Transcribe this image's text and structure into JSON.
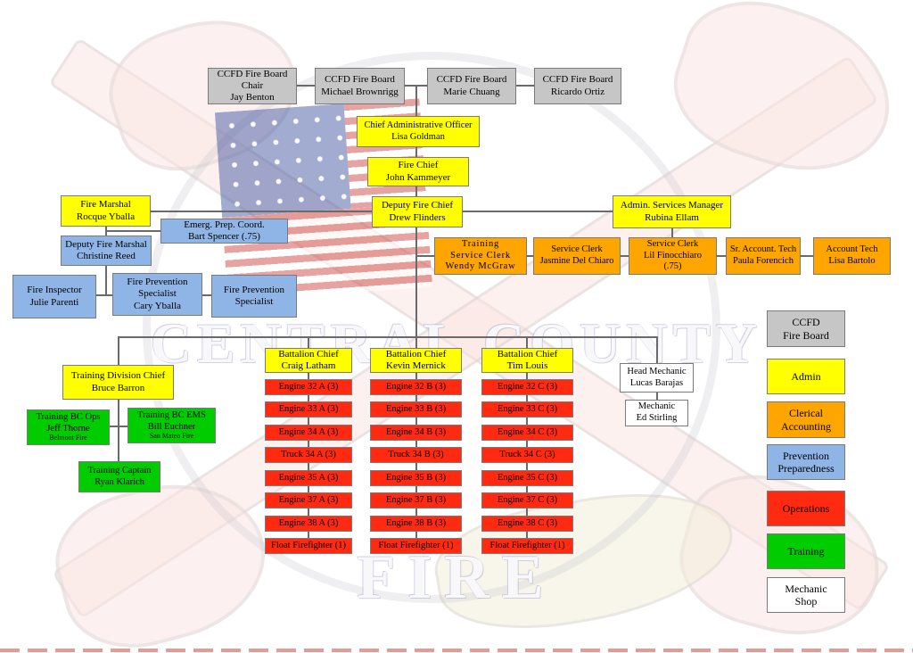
{
  "board_row": [
    {
      "text": "CCFD Fire Board\nChair\nJay Benton"
    },
    {
      "text": "CCFD Fire Board\nMichael Brownrigg"
    },
    {
      "text": "CCFD Fire Board\nMarie  Chuang"
    },
    {
      "text": "CCFD Fire Board\nRicardo Ortiz"
    }
  ],
  "admin": {
    "cao": {
      "text": "Chief Administrative Officer\nLisa Goldman"
    },
    "fire_chief": {
      "text": "Fire Chief\nJohn Kammeyer"
    },
    "deputy_fire_chief": {
      "text": "Deputy Fire Chief\nDrew Flinders"
    },
    "admin_services_manager": {
      "text": "Admin. Services Manager\nRubina Ellam"
    }
  },
  "prevention": {
    "fire_marshal": {
      "text": "Fire Marshal\nRocque Yballa"
    },
    "emerg_prep_coord": {
      "text": "Emerg. Prep. Coord.\nBart Spencer (.75)"
    },
    "deputy_fire_marshal": {
      "text": "Deputy Fire Marshal\nChristine Reed"
    },
    "fire_inspector": {
      "text": "Fire Inspector\nJulie Parenti"
    },
    "fp_specialist_1": {
      "text": "Fire Prevention\nSpecialist\nCary Yballa"
    },
    "fp_specialist_2": {
      "text": "Fire Prevention\nSpecialist"
    }
  },
  "clerical": [
    {
      "text": "Training\nService Clerk\nWendy McGraw"
    },
    {
      "text": "Service Clerk\nJasmine Del Chiaro"
    },
    {
      "text": "Service Clerk\nLil Finocchiaro\n(.75)"
    },
    {
      "text": "Sr. Account. Tech\nPaula Forencich"
    },
    {
      "text": "Account Tech\nLisa Bartolo"
    }
  ],
  "training": {
    "division_chief": {
      "text": "Training Division Chief\nBruce Barron"
    },
    "bc_ops": {
      "text": "Training BC Ops\nJeff Thorne",
      "note": "Belmont Fire"
    },
    "bc_ems": {
      "text": "Training BC EMS\nBill Euchner",
      "note": "San Mateo Fire"
    },
    "captain": {
      "text": "Training Captain\nRyan Klarich"
    }
  },
  "battalions": [
    {
      "chief": "Battalion Chief\nCraig Latham",
      "units": [
        "Engine 32 A (3)",
        "Engine 33 A (3)",
        "Engine 34 A (3)",
        "Truck 34 A (3)",
        "Engine 35 A (3)",
        "Engine 37 A (3)",
        "Engine 38 A (3)",
        "Float Firefighter (1)"
      ]
    },
    {
      "chief": "Battalion Chief\nKevin Mernick",
      "units": [
        "Engine 32 B (3)",
        "Engine 33 B (3)",
        "Engine 34 B (3)",
        "Truck 34 B (3)",
        "Engine 35 B (3)",
        "Engine 37 B (3)",
        "Engine 38 B (3)",
        "Float Firefighter (1)"
      ]
    },
    {
      "chief": "Battalion Chief\nTim Louis",
      "units": [
        "Engine 32 C (3)",
        "Engine 33 C (3)",
        "Engine 34 C (3)",
        "Truck 34 C (3)",
        "Engine 35 C (3)",
        "Engine 37 C (3)",
        "Engine 38 C (3)",
        "Float Firefighter (1)"
      ]
    }
  ],
  "mechanic_shop": {
    "head": {
      "text": "Head Mechanic\nLucas Barajas"
    },
    "mechanic": {
      "text": "Mechanic\nEd Stirling"
    }
  },
  "legend": [
    {
      "label": "CCFD\nFire Board",
      "color": "#C6C6C6"
    },
    {
      "label": "Admin",
      "color": "#FFFF00"
    },
    {
      "label": "Clerical\nAccounting",
      "color": "#FFA500"
    },
    {
      "label": "Prevention\nPreparedness",
      "color": "#8FB4E6"
    },
    {
      "label": "Operations",
      "color": "#FF2A10"
    },
    {
      "label": "Training",
      "color": "#00CC00"
    },
    {
      "label": "Mechanic\nShop",
      "color": "#FFFFFF"
    }
  ],
  "watermark": {
    "line1": "CENTRAL COUNTY",
    "line2": "FIRE"
  }
}
